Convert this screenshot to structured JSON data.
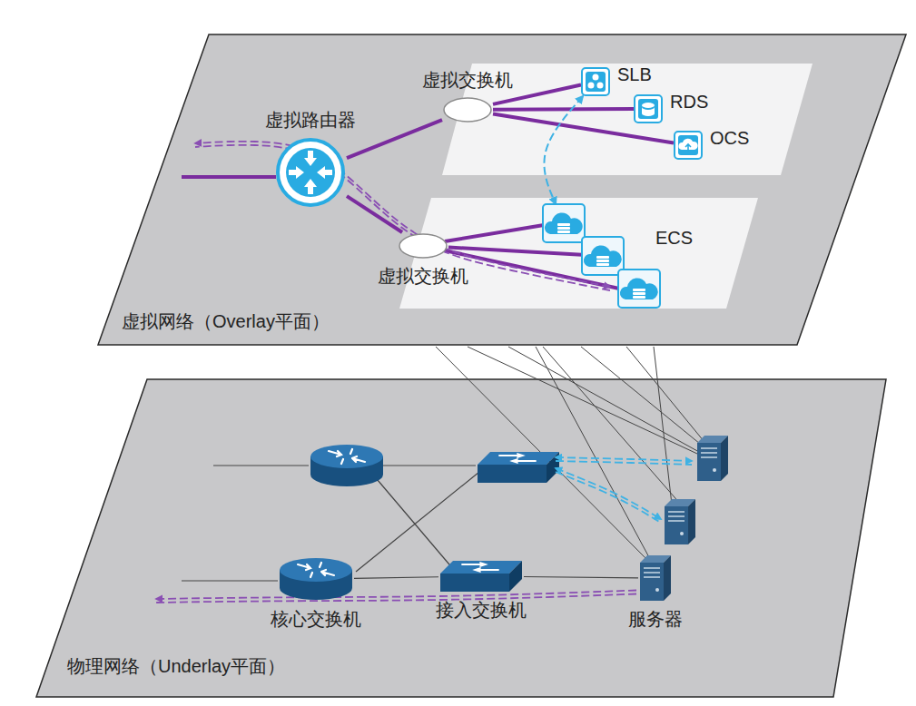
{
  "diagram": {
    "nodes": [
      {
        "text": [
          "虚拟网络（Overlay平面）"
        ]
      },
      {
        "text": [
          "虚拟路由器"
        ],
        "in": 0
      },
      {
        "text": [
          "虚拟交换机"
        ],
        "in": 0
      },
      {
        "text": [
          "虚拟交换机"
        ],
        "in": 0
      },
      {
        "text": [
          "SLB"
        ],
        "in": 0
      },
      {
        "text": [
          "RDS"
        ],
        "in": 0
      },
      {
        "text": [
          "OCS"
        ],
        "in": 0
      },
      {
        "text": [
          "ECS"
        ],
        "in": 0
      },
      {
        "text": [
          "物理网络（Underlay平面）"
        ]
      },
      {
        "text": [
          "核心交换机"
        ],
        "in": 8
      },
      {
        "text": [
          "接入交换机"
        ],
        "in": 8
      },
      {
        "text": [
          "服务器"
        ],
        "in": 8
      }
    ],
    "edges": [
      {
        "from": 1,
        "to": 2,
        "arrow": "none"
      },
      {
        "from": 1,
        "to": 3,
        "arrow": "none"
      },
      {
        "from": 2,
        "to": 4,
        "arrow": "none"
      },
      {
        "from": 2,
        "to": 5,
        "arrow": "none"
      },
      {
        "from": 2,
        "to": 6,
        "arrow": "none"
      },
      {
        "from": 3,
        "to": 7,
        "arrow": "none"
      },
      {
        "from": 4,
        "to": 7,
        "arrow": "both"
      },
      {
        "from": 9,
        "to": 10,
        "arrow": "none"
      },
      {
        "from": 10,
        "to": 11,
        "arrow": "none"
      }
    ]
  }
}
